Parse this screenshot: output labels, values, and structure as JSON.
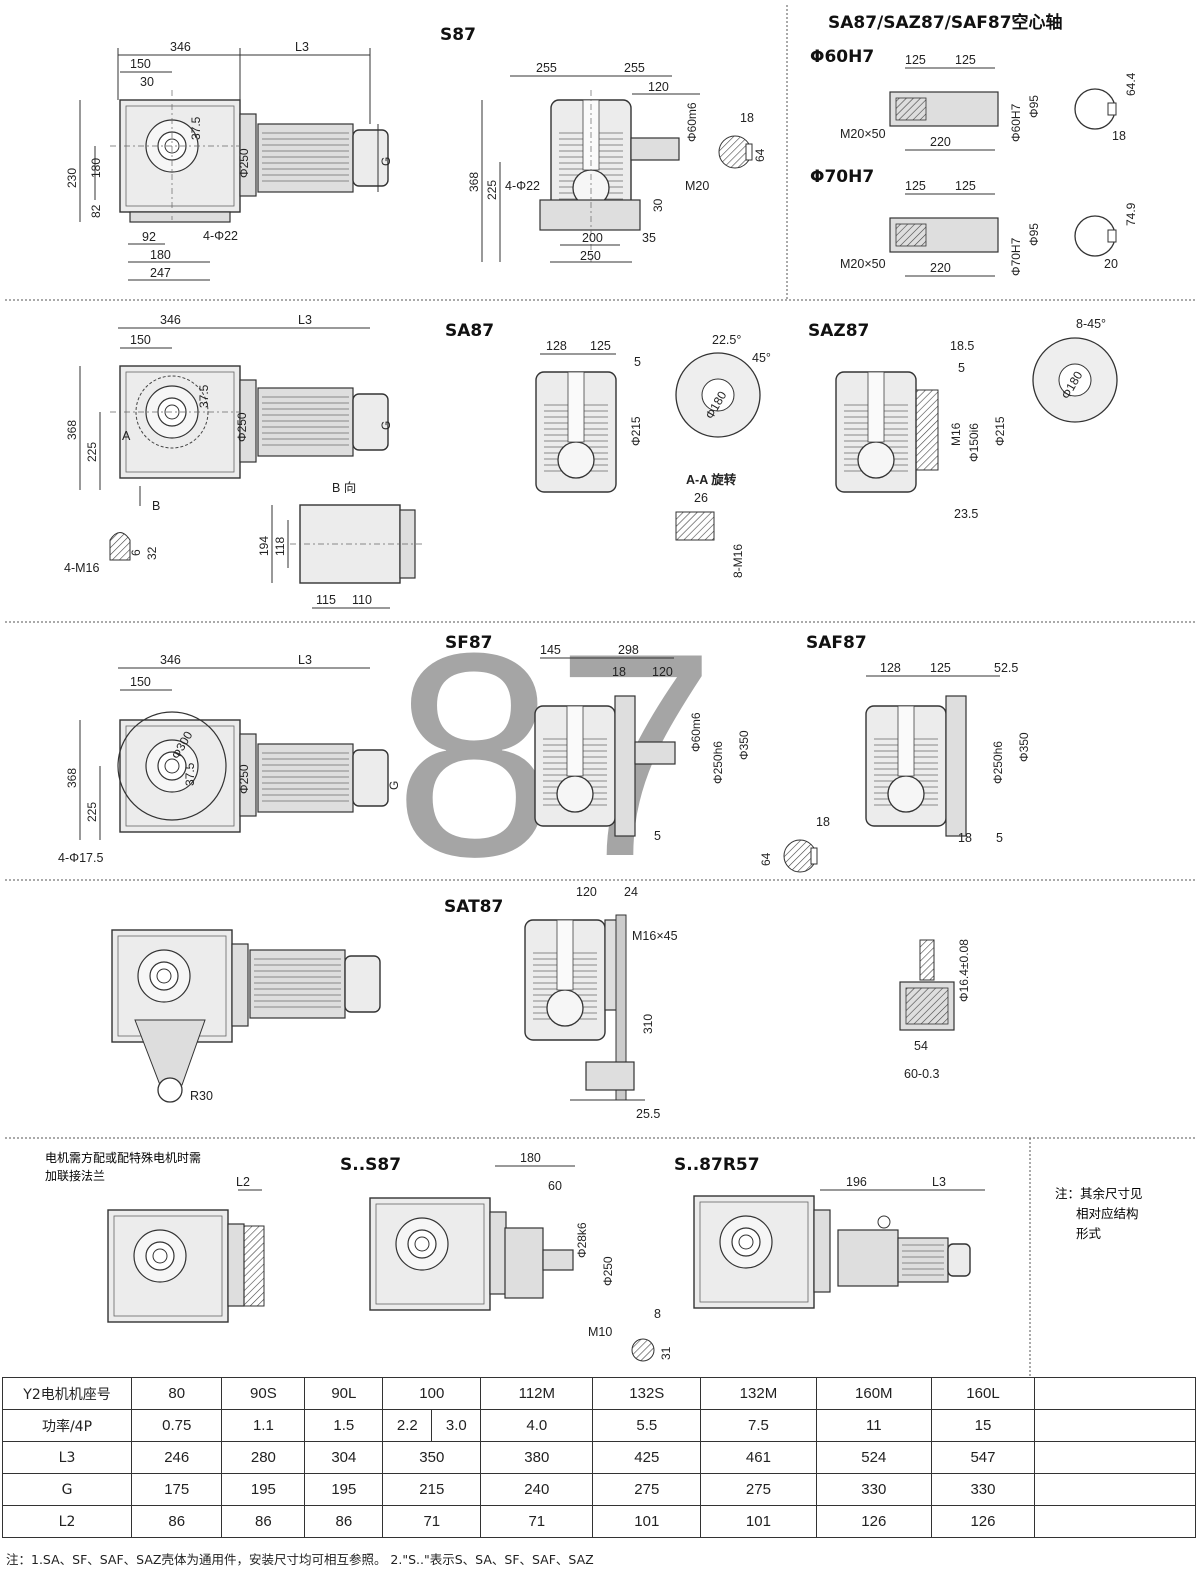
{
  "watermark": "87",
  "sections": {
    "s87": {
      "title": "S87",
      "side_dims": {
        "w346": "346",
        "l3": "L3",
        "w150": "150",
        "w30": "30",
        "r37_5": "37.5",
        "phi250": "Φ250",
        "g": "G",
        "h230": "230",
        "h180": "180",
        "h82": "82",
        "w92": "92",
        "w180": "180",
        "w247": "247",
        "holes": "4-Φ22"
      },
      "front_dims": {
        "w255a": "255",
        "w255b": "255",
        "w120": "120",
        "phi60": "Φ60m6",
        "h368": "368",
        "h225": "225",
        "holes": "4-Φ22",
        "m20": "M20",
        "h30": "30",
        "w200": "200",
        "w35": "35",
        "w250": "250"
      },
      "key_dims": {
        "w18": "18",
        "h64": "64"
      }
    },
    "hollow": {
      "title": "SA87/SAZ87/SAF87空心轴",
      "a": {
        "label": "Φ60H7",
        "w125a": "125",
        "w125b": "125",
        "m20": "M20×50",
        "w220": "220",
        "phi_bore": "Φ60H7",
        "phi95": "Φ95",
        "h64_4": "64.4",
        "w18": "18"
      },
      "b": {
        "label": "Φ70H7",
        "w125a": "125",
        "w125b": "125",
        "m20": "M20×50",
        "w220": "220",
        "phi_bore": "Φ70H7",
        "phi95": "Φ95",
        "h74_9": "74.9",
        "w20": "20"
      }
    },
    "sa87": {
      "title": "SA87",
      "side_dims": {
        "w346": "346",
        "l3": "L3",
        "w150": "150",
        "r37_5": "37.5",
        "phi250": "Φ250",
        "g": "G",
        "h368": "368",
        "h225": "225",
        "a_mark": "A",
        "b_mark": "B"
      },
      "view_b": {
        "title": "B 向",
        "h194": "194",
        "h118": "118",
        "w115": "115",
        "w110": "110"
      },
      "detail": {
        "holes": "4-M16",
        "h6": "6",
        "h32": "32"
      },
      "front_dims": {
        "w128": "128",
        "w125": "125",
        "w5": "5",
        "phi215": "Φ215"
      },
      "flange": {
        "a22_5": "22.5°",
        "a45": "45°",
        "phi180": "Φ180"
      },
      "aa": {
        "title": "A-A 旋转",
        "w26": "26",
        "m16": "8-M16"
      }
    },
    "saz87": {
      "title": "SAZ87",
      "dims": {
        "w18_5": "18.5",
        "w5": "5",
        "m16": "M16",
        "phi150": "Φ150i6",
        "phi215": "Φ215",
        "w23_5": "23.5",
        "a8_45": "8-45°",
        "phi180": "Φ180"
      }
    },
    "sf87": {
      "title": "SF87",
      "side_dims": {
        "w346": "346",
        "l3": "L3",
        "w150": "150",
        "phi300": "Φ300",
        "r37_5": "37.5",
        "phi250": "Φ250",
        "g": "G",
        "h368": "368",
        "h225": "225",
        "holes": "4-Φ17.5"
      },
      "front_dims": {
        "w145": "145",
        "w298": "298",
        "w18": "18",
        "w120": "120",
        "phi60": "Φ60m6",
        "phi250h6": "Φ250h6",
        "phi350": "Φ350",
        "w5": "5"
      },
      "key_dims": {
        "w18": "18",
        "h64": "64"
      }
    },
    "saf87": {
      "title": "SAF87",
      "dims": {
        "w128": "128",
        "w125": "125",
        "w52_5": "52.5",
        "phi250h6": "Φ250h6",
        "phi350": "Φ350",
        "w18": "18",
        "w5": "5"
      }
    },
    "sat87": {
      "title": "SAT87",
      "dims": {
        "r30": "R30",
        "w120": "120",
        "w24": "24",
        "m16": "M16×45",
        "h310": "310",
        "w25_5": "25.5",
        "phi16_4": "Φ16.4±0.08",
        "w54": "54",
        "w60": "60-0.3"
      }
    },
    "bottom": {
      "note_left": [
        "电机需方配或配特殊电机时需",
        "加联接法兰"
      ],
      "l2": "L2",
      "ss87": {
        "title": "S..S87",
        "w180": "180",
        "w60": "60",
        "phi28": "Φ28k6",
        "phi250": "Φ250",
        "m10": "M10",
        "w8": "8",
        "h31": "31"
      },
      "r57": {
        "title": "S..87R57",
        "w196": "196",
        "l3": "L3"
      },
      "note_right": [
        "注：其余尺寸见",
        "相对应结构",
        "形式"
      ]
    }
  },
  "table": {
    "rows": [
      {
        "label": "Y2电机机座号",
        "cells": [
          "80",
          "90S",
          "90L",
          "100",
          "112M",
          "132S",
          "132M",
          "160M",
          "160L"
        ]
      },
      {
        "label": "功率/4P",
        "cells": [
          "0.75",
          "1.1",
          "1.5",
          [
            "2.2",
            "3.0"
          ],
          "4.0",
          "5.5",
          "7.5",
          "11",
          "15"
        ]
      },
      {
        "label": "L3",
        "cells": [
          "246",
          "280",
          "304",
          "350",
          "380",
          "425",
          "461",
          "524",
          "547"
        ]
      },
      {
        "label": "G",
        "cells": [
          "175",
          "195",
          "195",
          "215",
          "240",
          "275",
          "275",
          "330",
          "330"
        ]
      },
      {
        "label": "L2",
        "cells": [
          "86",
          "86",
          "86",
          "71",
          "71",
          "101",
          "101",
          "126",
          "126"
        ]
      }
    ]
  },
  "footnote": "注：1.SA、SF、SAF、SAZ壳体为通用件，安装尺寸均可相互参照。 2.\"S..\"表示S、SA、SF、SAF、SAZ"
}
